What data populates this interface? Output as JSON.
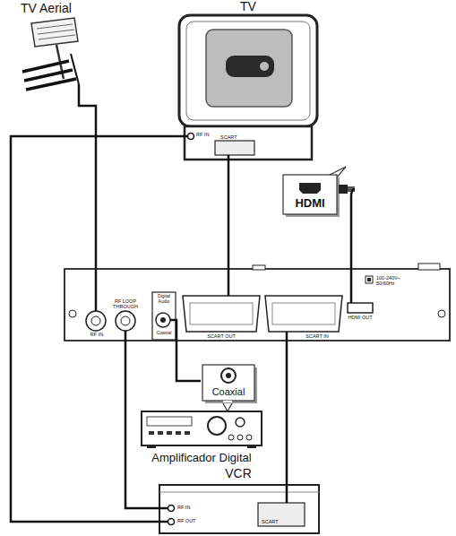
{
  "diagram": {
    "nodes": [
      {
        "text": [
          "TV Aerial"
        ]
      },
      {
        "text": [
          "TV",
          "RF IN",
          "SCART"
        ]
      },
      {
        "text": [
          "HDMI"
        ]
      },
      {
        "text": [
          "RF IN",
          "RF LOOP THROUGH",
          "Digital Audio",
          "Coaxial",
          "SCART OUT",
          "SCART IN",
          "HDMI OUT",
          "100-240V~ 50/60Hz"
        ]
      },
      {
        "text": [
          "Coaxial"
        ]
      },
      {
        "text": [
          "Amplificador Digital"
        ]
      },
      {
        "text": [
          "VCR",
          "RF IN",
          "RF OUT",
          "SCART"
        ]
      }
    ],
    "edges": [
      {
        "from": 0,
        "to": 3,
        "arrow": "none"
      },
      {
        "from": 1,
        "to": 3,
        "arrow": "none"
      },
      {
        "from": 2,
        "to": 3,
        "arrow": "none"
      },
      {
        "from": 3,
        "to": 4,
        "arrow": "none"
      },
      {
        "from": 3,
        "to": 6,
        "arrow": "none"
      },
      {
        "from": 3,
        "to": 6,
        "arrow": "none"
      },
      {
        "from": 6,
        "to": 1,
        "arrow": "none"
      }
    ]
  }
}
